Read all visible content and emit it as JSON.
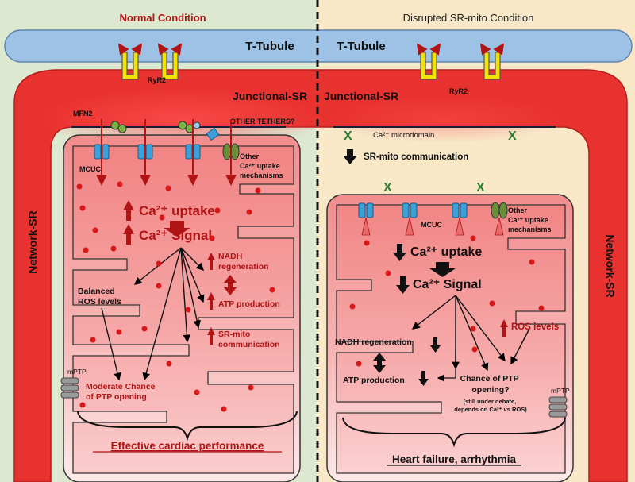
{
  "panels": {
    "left_title": "Normal Condition",
    "right_title": "Disrupted SR-mito Condition"
  },
  "structures": {
    "t_tubule_left": "T-Tubule",
    "t_tubule_right": "T-Tubule",
    "ryr2_left": "RyR2",
    "ryr2_right": "RyR2",
    "jsr_left": "Junctional-SR",
    "jsr_right": "Junctional-SR",
    "network_sr_left": "Network-SR",
    "network_sr_right": "Network-SR"
  },
  "left": {
    "mfn2": "MFN2",
    "other_tethers": "OTHER TETHERS?",
    "mcuc": "MCUC",
    "other_uptake": [
      "Other",
      "Ca²⁺ uptake",
      "mechanisms"
    ],
    "ca_uptake": "Ca²⁺ uptake",
    "ca_signal": "Ca²⁺ Signal",
    "nadh": [
      "NADH",
      "regeneration"
    ],
    "atp": "ATP production",
    "sr_mito": [
      "SR-mito",
      "communication"
    ],
    "ros": [
      "Balanced",
      "ROS levels"
    ],
    "mptp": "mPTP",
    "ptp": [
      "Moderate Chance",
      "of PTP opening"
    ],
    "outcome": "Effective cardiac performance"
  },
  "right": {
    "microdomain": "Ca²⁺ microdomain",
    "sr_mito_comm": "SR-mito communication",
    "mcuc": "MCUC",
    "other_uptake": [
      "Other",
      "Ca²⁺ uptake",
      "mechanisms"
    ],
    "ca_uptake": "Ca²⁺ uptake",
    "ca_signal": "Ca²⁺ Signal",
    "ros": "ROS levels",
    "nadh": "NADH  regeneration",
    "atp": "ATP production",
    "ptp": [
      "Chance of PTP",
      "opening?"
    ],
    "ptp_note": [
      "(still under debate,",
      "depends on Ca²⁺ vs ROS)"
    ],
    "mptp": "mPTP",
    "outcome": "Heart failure, arrhythmia"
  },
  "colors": {
    "left_bg": "#dce8d0",
    "right_bg": "#f8e8c8",
    "sr_red": "#e8322f",
    "tubule_blue": "#9ec2e6",
    "mito_pink": "#f6a8a8",
    "mito_light": "#fde6e6",
    "dark_red": "#b01414",
    "ryr_yellow": "#f2e400",
    "mcuc_blue": "#3aa0d8",
    "mito_green": "#6b8e3a"
  }
}
